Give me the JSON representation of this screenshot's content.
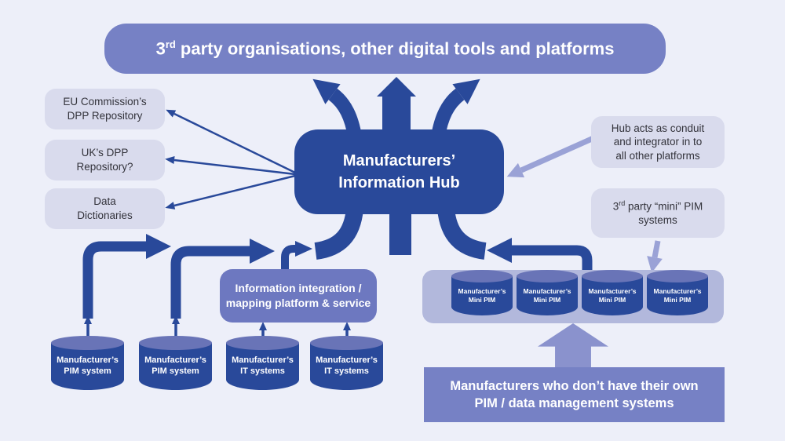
{
  "colors": {
    "background": "#edeff9",
    "dark_blue": "#29499a",
    "purple_banner": "#7681c5",
    "purple_deep": "#6d78c0",
    "light_box": "#d9dbed",
    "minipim_container": "#b2b8dc",
    "cylinder_top": "#6974b7",
    "light_arrow": "#9aa2d6",
    "big_up_arrow": "#8a92cd",
    "box_text": "#33333b"
  },
  "banner": {
    "prefix": "3",
    "superscript": "rd",
    "suffix": " party organisations, other digital tools and platforms"
  },
  "hub": {
    "line1": "Manufacturers’",
    "line2": "Information Hub"
  },
  "left_boxes": [
    {
      "line1": "EU Commission’s",
      "line2": "DPP Repository"
    },
    {
      "line1": "UK’s DPP",
      "line2": "Repository?"
    },
    {
      "line1": "Data",
      "line2": "Dictionaries"
    }
  ],
  "right_notes": {
    "conduit": {
      "line1": "Hub acts as conduit",
      "line2": "and integrator in to",
      "line3": "all other platforms"
    },
    "mini_pim": {
      "prefix": "3",
      "superscript": "rd",
      "suffix": " party “mini” PIM",
      "line2": "systems"
    }
  },
  "integration_box": {
    "line1": "Information integration /",
    "line2": "mapping platform & service"
  },
  "bottom_box": {
    "line1": "Manufacturers who don’t have their own",
    "line2": "PIM / data management systems"
  },
  "left_cylinders": [
    {
      "line1": "Manufacturer’s",
      "line2": "PIM system"
    },
    {
      "line1": "Manufacturer’s",
      "line2": "PIM system"
    },
    {
      "line1": "Manufacturer’s",
      "line2": "IT systems"
    },
    {
      "line1": "Manufacturer’s",
      "line2": "IT systems"
    }
  ],
  "mini_cylinders": [
    {
      "line1": "Manufacturer’s",
      "line2": "Mini PIM"
    },
    {
      "line1": "Manufacturer’s",
      "line2": "Mini PIM"
    },
    {
      "line1": "Manufacturer’s",
      "line2": "Mini PIM"
    },
    {
      "line1": "Manufacturer’s",
      "line2": "Mini PIM"
    }
  ],
  "connectors": [
    "hub-to-platforms-up-arrow",
    "hub-to-platforms-curve-left-arrow",
    "hub-to-platforms-curve-right-arrow",
    "hub-down-stem",
    "hub-bottom-left-arm",
    "hub-bottom-right-arm",
    "hub-left-fan-arrows-bidirectional",
    "pim1-to-hub-pipe-arrow",
    "pim2-to-hub-pipe-arrow",
    "integration-to-hub-arrow",
    "minipim-to-hub-pipe-arrow",
    "conduit-note-to-hub-arrow",
    "minipim-note-to-container-arrow",
    "cylinder-up-arrows",
    "nonpim-manufacturers-up-arrow"
  ]
}
